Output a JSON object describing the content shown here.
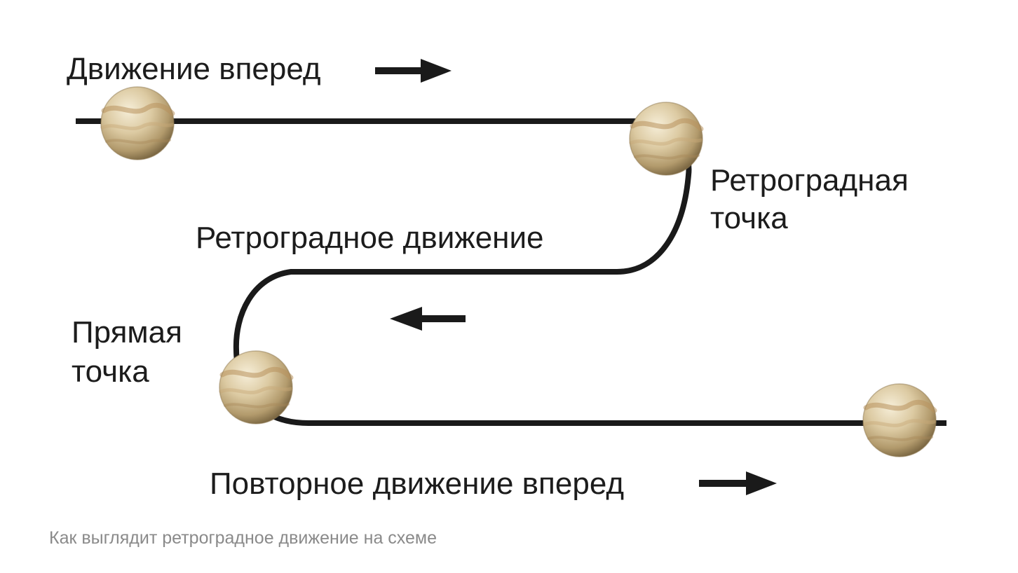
{
  "diagram": {
    "labels": {
      "forward": "Движение вперед",
      "retro_point_line1": "Ретроградная",
      "retro_point_line2": "точка",
      "retro_motion": "Ретроградное движение",
      "direct_point_line1": "Прямая",
      "direct_point_line2": "точка",
      "repeat_forward": "Повторное движение вперед"
    },
    "colors": {
      "path": "#1a1a1a",
      "planet_light": "#efe4c8",
      "planet_mid": "#d6c39a",
      "planet_dark": "#8f7a52",
      "planet_band": "#b8925c"
    },
    "icons": {
      "planet": "planet-icon",
      "arrow_right": "arrow-right-icon",
      "arrow_left": "arrow-left-icon"
    }
  },
  "caption": "Как выглядит ретроградное движение на схеме"
}
